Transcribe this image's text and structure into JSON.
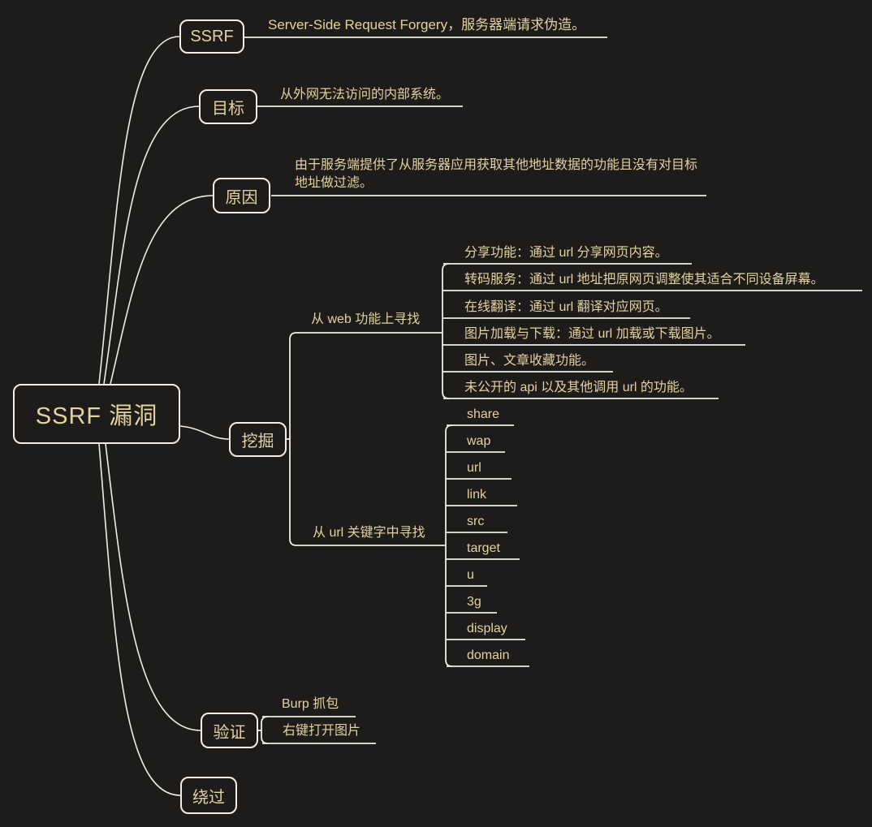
{
  "colors": {
    "background": "#1e1c1a",
    "topic_text": "#e3d3a0",
    "line": "#efede7"
  },
  "root": {
    "label": "SSRF 漏洞"
  },
  "branches": [
    {
      "label": "SSRF",
      "note": "Server-Side Request Forgery，服务器端请求伪造。"
    },
    {
      "label": "目标",
      "note": "从外网无法访问的内部系统。"
    },
    {
      "label": "原因",
      "note": "由于服务端提供了从服务器应用获取其他地址数据的功能且没有对目标地址做过滤。"
    },
    {
      "label": "挖掘",
      "children": [
        {
          "label": "从 web 功能上寻找",
          "items": [
            "分享功能：通过 url 分享网页内容。",
            "转码服务：通过 url 地址把原网页调整使其适合不同设备屏幕。",
            "在线翻译：通过 url 翻译对应网页。",
            "图片加载与下载：通过 url 加载或下载图片。",
            "图片、文章收藏功能。",
            "未公开的 api 以及其他调用 url 的功能。"
          ]
        },
        {
          "label": "从 url 关键字中寻找",
          "items": [
            "share",
            "wap",
            "url",
            "link",
            "src",
            "target",
            "u",
            "3g",
            "display",
            "domain"
          ]
        }
      ]
    },
    {
      "label": "验证",
      "items": [
        "Burp 抓包",
        "右键打开图片"
      ]
    },
    {
      "label": "绕过"
    }
  ]
}
